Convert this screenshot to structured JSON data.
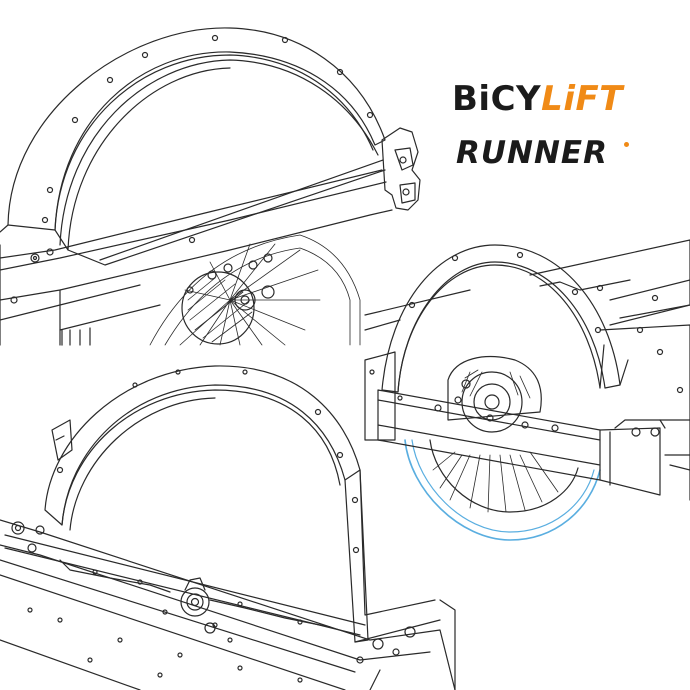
{
  "brand": {
    "name_dark": "BiCY",
    "name_accent": "LiFT",
    "model": "RUNNER",
    "colors": {
      "dark": "#1b1b1b",
      "accent": "#f08a16"
    }
  },
  "views": [
    {
      "name": "fender-side-view-top-left"
    },
    {
      "name": "fender-wheel-view-right"
    },
    {
      "name": "fender-front-view-bottom"
    }
  ],
  "colors": {
    "line": "#2a2a2a",
    "tire_highlight": "#5aaee0"
  }
}
